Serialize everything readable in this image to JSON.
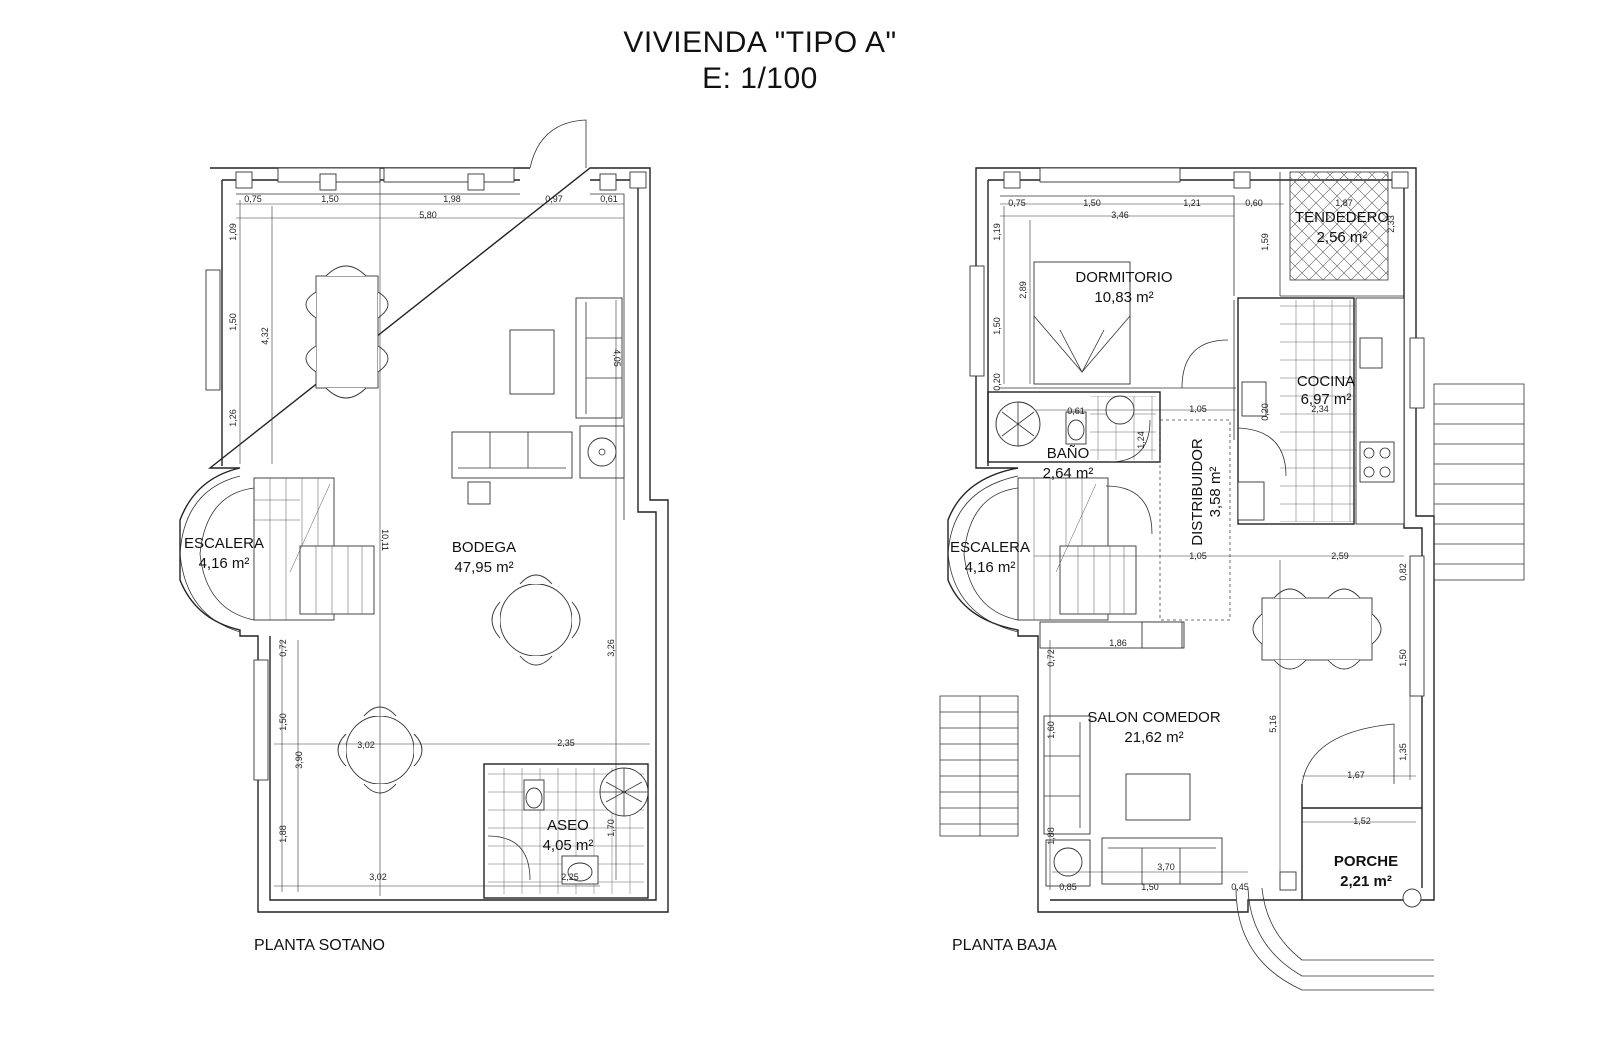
{
  "header": {
    "title": "VIVIENDA \"TIPO A\"",
    "scale": "E: 1/100"
  },
  "plans": {
    "sotano": {
      "name": "PLANTA SOTANO",
      "rooms": {
        "escalera": {
          "name": "ESCALERA",
          "area": "4,16 m²"
        },
        "bodega": {
          "name": "BODEGA",
          "area": "47,95 m²"
        },
        "aseo": {
          "name": "ASEO",
          "area": "4,05 m²"
        }
      },
      "dims": {
        "top_075": "0,75",
        "top_150": "1,50",
        "top_198": "1,98",
        "top_097": "0,97",
        "top_061": "0,61",
        "top_580": "5,80",
        "left_109": "1,09",
        "left_150": "1,50",
        "left_126": "1,26",
        "left_432": "4,32",
        "right_405": "4,05",
        "center_1011": "10,11",
        "right_326": "3,26",
        "low_072": "0,72",
        "low_150": "1,50",
        "low_390": "3,90",
        "low_188": "1,88",
        "mid_302": "3,02",
        "mid_235": "2,35",
        "bot_302": "3,02",
        "bot_225": "2,25",
        "aseo_170": "1,70"
      }
    },
    "baja": {
      "name": "PLANTA BAJA",
      "rooms": {
        "dormitorio": {
          "name": "DORMITORIO",
          "area": "10,83 m²"
        },
        "tendedero": {
          "name": "TENDEDERO",
          "area": "2,56 m²"
        },
        "cocina": {
          "name": "COCINA",
          "area": "6,97 m²"
        },
        "bano": {
          "name": "BAÑO",
          "area": "2,64 m²"
        },
        "distribuidor": {
          "name": "DISTRIBUIDOR",
          "area": "3,58 m²"
        },
        "escalera": {
          "name": "ESCALERA",
          "area": "4,16 m²"
        },
        "salon": {
          "name": "SALON COMEDOR",
          "area": "21,62 m²"
        },
        "porche": {
          "name": "PORCHE",
          "area": "2,21 m²"
        }
      },
      "dims": {
        "top_075": "0,75",
        "top_150": "1,50",
        "top_121": "1,21",
        "top_060": "0,60",
        "top_187": "1,87",
        "top_346": "3,46",
        "left_119": "1,19",
        "left_289": "2,89",
        "left_150": "1,50",
        "left_020": "0,20",
        "tend_159": "1,59",
        "tend_233": "2,33",
        "bano_061": "0,61",
        "bano_124": "1,24",
        "dist_105a": "1,05",
        "coc_234": "2,34",
        "coc_020": "0,20",
        "dist_105b": "1,05",
        "sal_259": "2,59",
        "r_082": "0,82",
        "sal_186": "1,86",
        "l_072": "0,72",
        "r_150": "1,50",
        "c_516": "5,16",
        "l_160": "1,60",
        "r_135": "1,35",
        "por_167": "1,67",
        "por_152": "1,52",
        "l_188": "1,88",
        "b_370": "3,70",
        "b_085": "0,85",
        "b_150": "1,50",
        "b_045": "0,45"
      }
    }
  }
}
